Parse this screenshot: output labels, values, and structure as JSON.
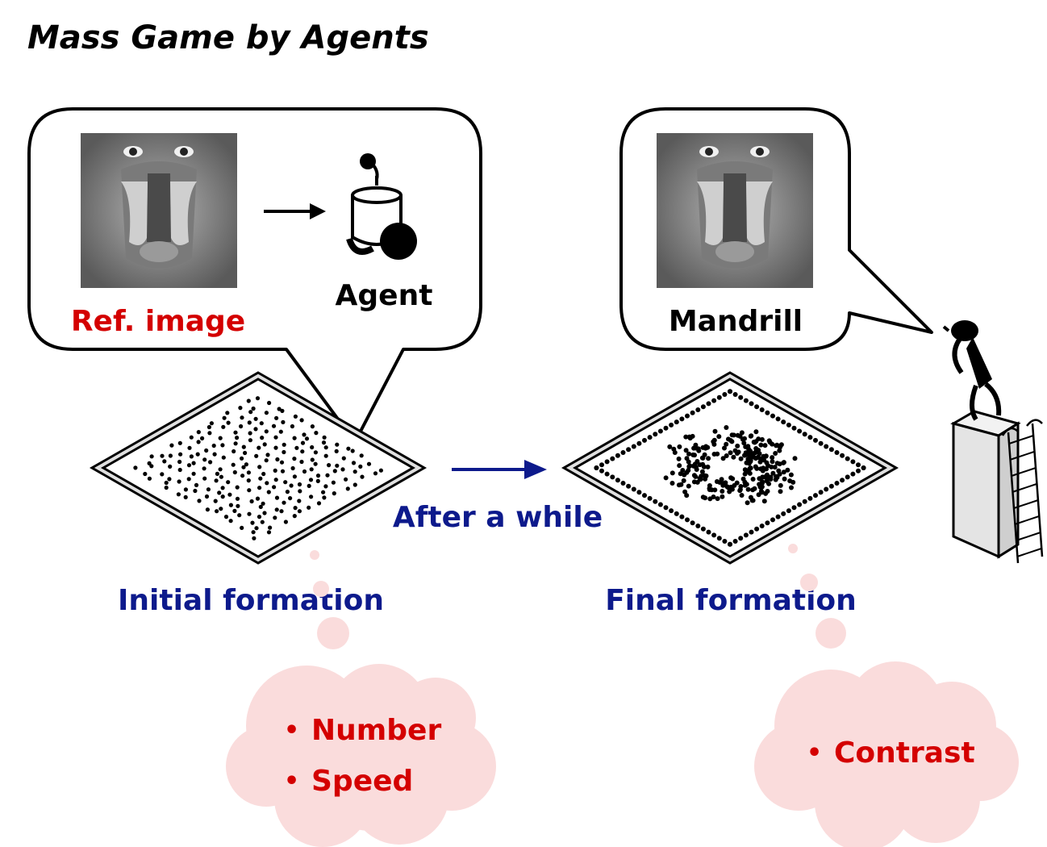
{
  "title": "Mass Game by Agents",
  "bubble_left": {
    "ref_label": "Ref. image",
    "agent_label": "Agent"
  },
  "bubble_right": {
    "label": "Mandrill"
  },
  "initial_label": "Initial formation",
  "transition_label": "After a while",
  "final_label": "Final formation",
  "cloud_left": {
    "items": [
      "Number",
      "Speed"
    ]
  },
  "cloud_right": {
    "items": [
      "Contrast"
    ]
  },
  "colors": {
    "red": "#d40000",
    "navy": "#0d1a8c",
    "cloud": "#fadcdc",
    "photo": "#8a8a8a"
  },
  "icons": [
    "mandrill-photo",
    "agent-robot-icon",
    "observer-person-icon",
    "tower-icon",
    "ladder-icon"
  ]
}
